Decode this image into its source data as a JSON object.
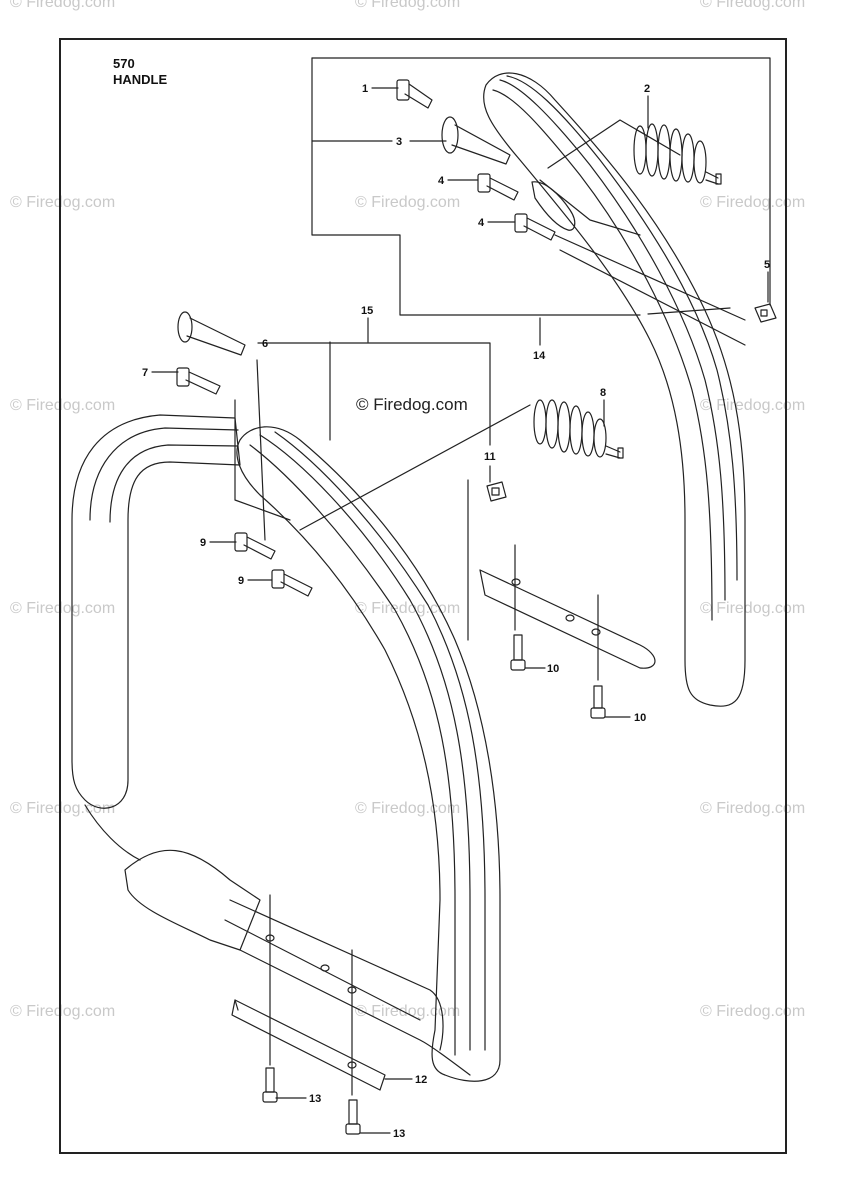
{
  "header": {
    "page_number": "570",
    "title": "HANDLE"
  },
  "watermark": {
    "text": "© Firedog.com"
  },
  "center_watermark": {
    "text": "© Firedog.com"
  },
  "callouts": [
    "1",
    "2",
    "3",
    "4",
    "4",
    "5",
    "15",
    "6",
    "7",
    "14",
    "8",
    "11",
    "9",
    "9",
    "10",
    "10",
    "12",
    "13",
    "13"
  ]
}
